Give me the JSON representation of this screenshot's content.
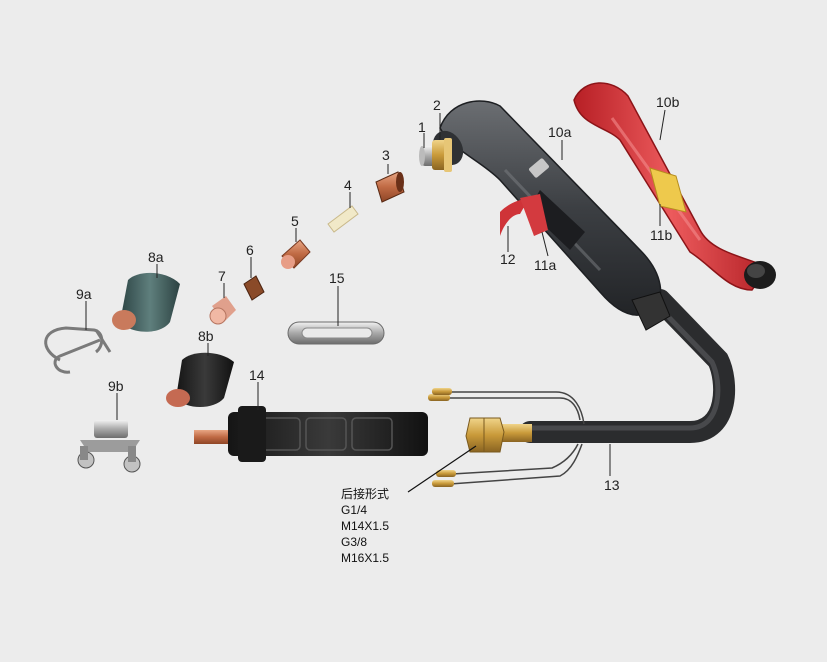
{
  "parts": [
    {
      "id": "1",
      "label": "1"
    },
    {
      "id": "2",
      "label": "2"
    },
    {
      "id": "3",
      "label": "3"
    },
    {
      "id": "4",
      "label": "4"
    },
    {
      "id": "5",
      "label": "5"
    },
    {
      "id": "6",
      "label": "6"
    },
    {
      "id": "7",
      "label": "7"
    },
    {
      "id": "8a",
      "label": "8a"
    },
    {
      "id": "8b",
      "label": "8b"
    },
    {
      "id": "9a",
      "label": "9a"
    },
    {
      "id": "9b",
      "label": "9b"
    },
    {
      "id": "10a",
      "label": "10a"
    },
    {
      "id": "10b",
      "label": "10b"
    },
    {
      "id": "11a",
      "label": "11a"
    },
    {
      "id": "11b",
      "label": "11b"
    },
    {
      "id": "12",
      "label": "12"
    },
    {
      "id": "13",
      "label": "13"
    },
    {
      "id": "14",
      "label": "14"
    },
    {
      "id": "15",
      "label": "15"
    }
  ],
  "connection": {
    "title": "后接形式",
    "options": [
      "G1/4",
      "M14X1.5",
      "G3/8",
      "M16X1.5"
    ]
  },
  "colors": {
    "background": "#ececec",
    "torch_body": "#4a4d51",
    "torch_red": "#d8343a",
    "copper": "#b5643a",
    "brass": "#c9a24a"
  }
}
